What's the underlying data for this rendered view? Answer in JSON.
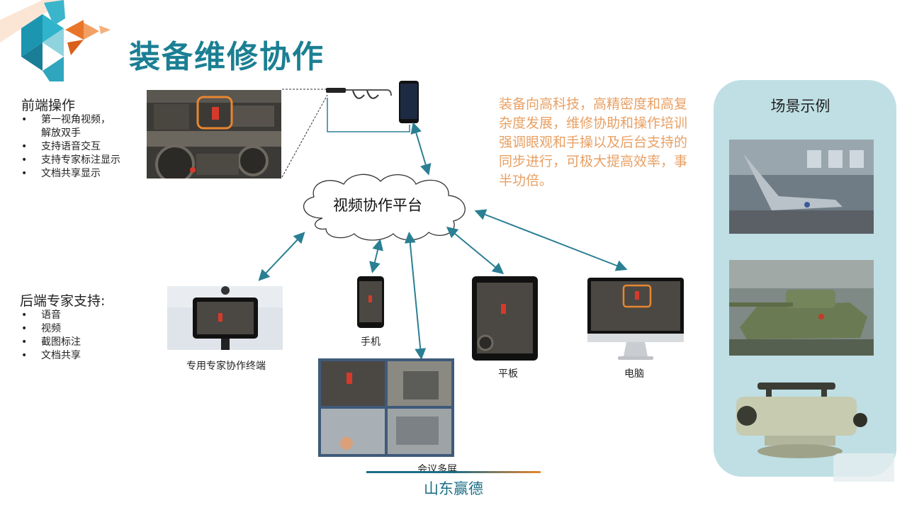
{
  "title": "装备维修协作",
  "frontend": {
    "heading": "前端操作",
    "items": [
      "第一视角视频，",
      "解放双手",
      "支持语音交互",
      "支持专家标注显示",
      "文档共享显示"
    ]
  },
  "backend": {
    "heading": "后端专家支持:",
    "items": [
      "语音",
      "视频",
      "截图标注",
      "文档共享"
    ]
  },
  "platform": "视频协作平台",
  "devices": {
    "expert_terminal": "专用专家协作终端",
    "phone": "手机",
    "multi_screen": "会议多屏",
    "tablet": "平板",
    "computer": "电脑"
  },
  "description": "装备向高科技，高精密度和高复杂度发展，维修协助和操作培训强调眼观和手操以及后台支持的同步进行，可极大提高效率，事半功倍。",
  "scene": {
    "title": "场景示例",
    "images": [
      "hangar-photo",
      "tank-photo",
      "level-instrument-photo"
    ]
  },
  "footer": "山东赢德",
  "colors": {
    "title": "#1b7f93",
    "accent_orange": "#e8a064",
    "arrow": "#2b7f93",
    "panel": "#bfdfe4"
  }
}
